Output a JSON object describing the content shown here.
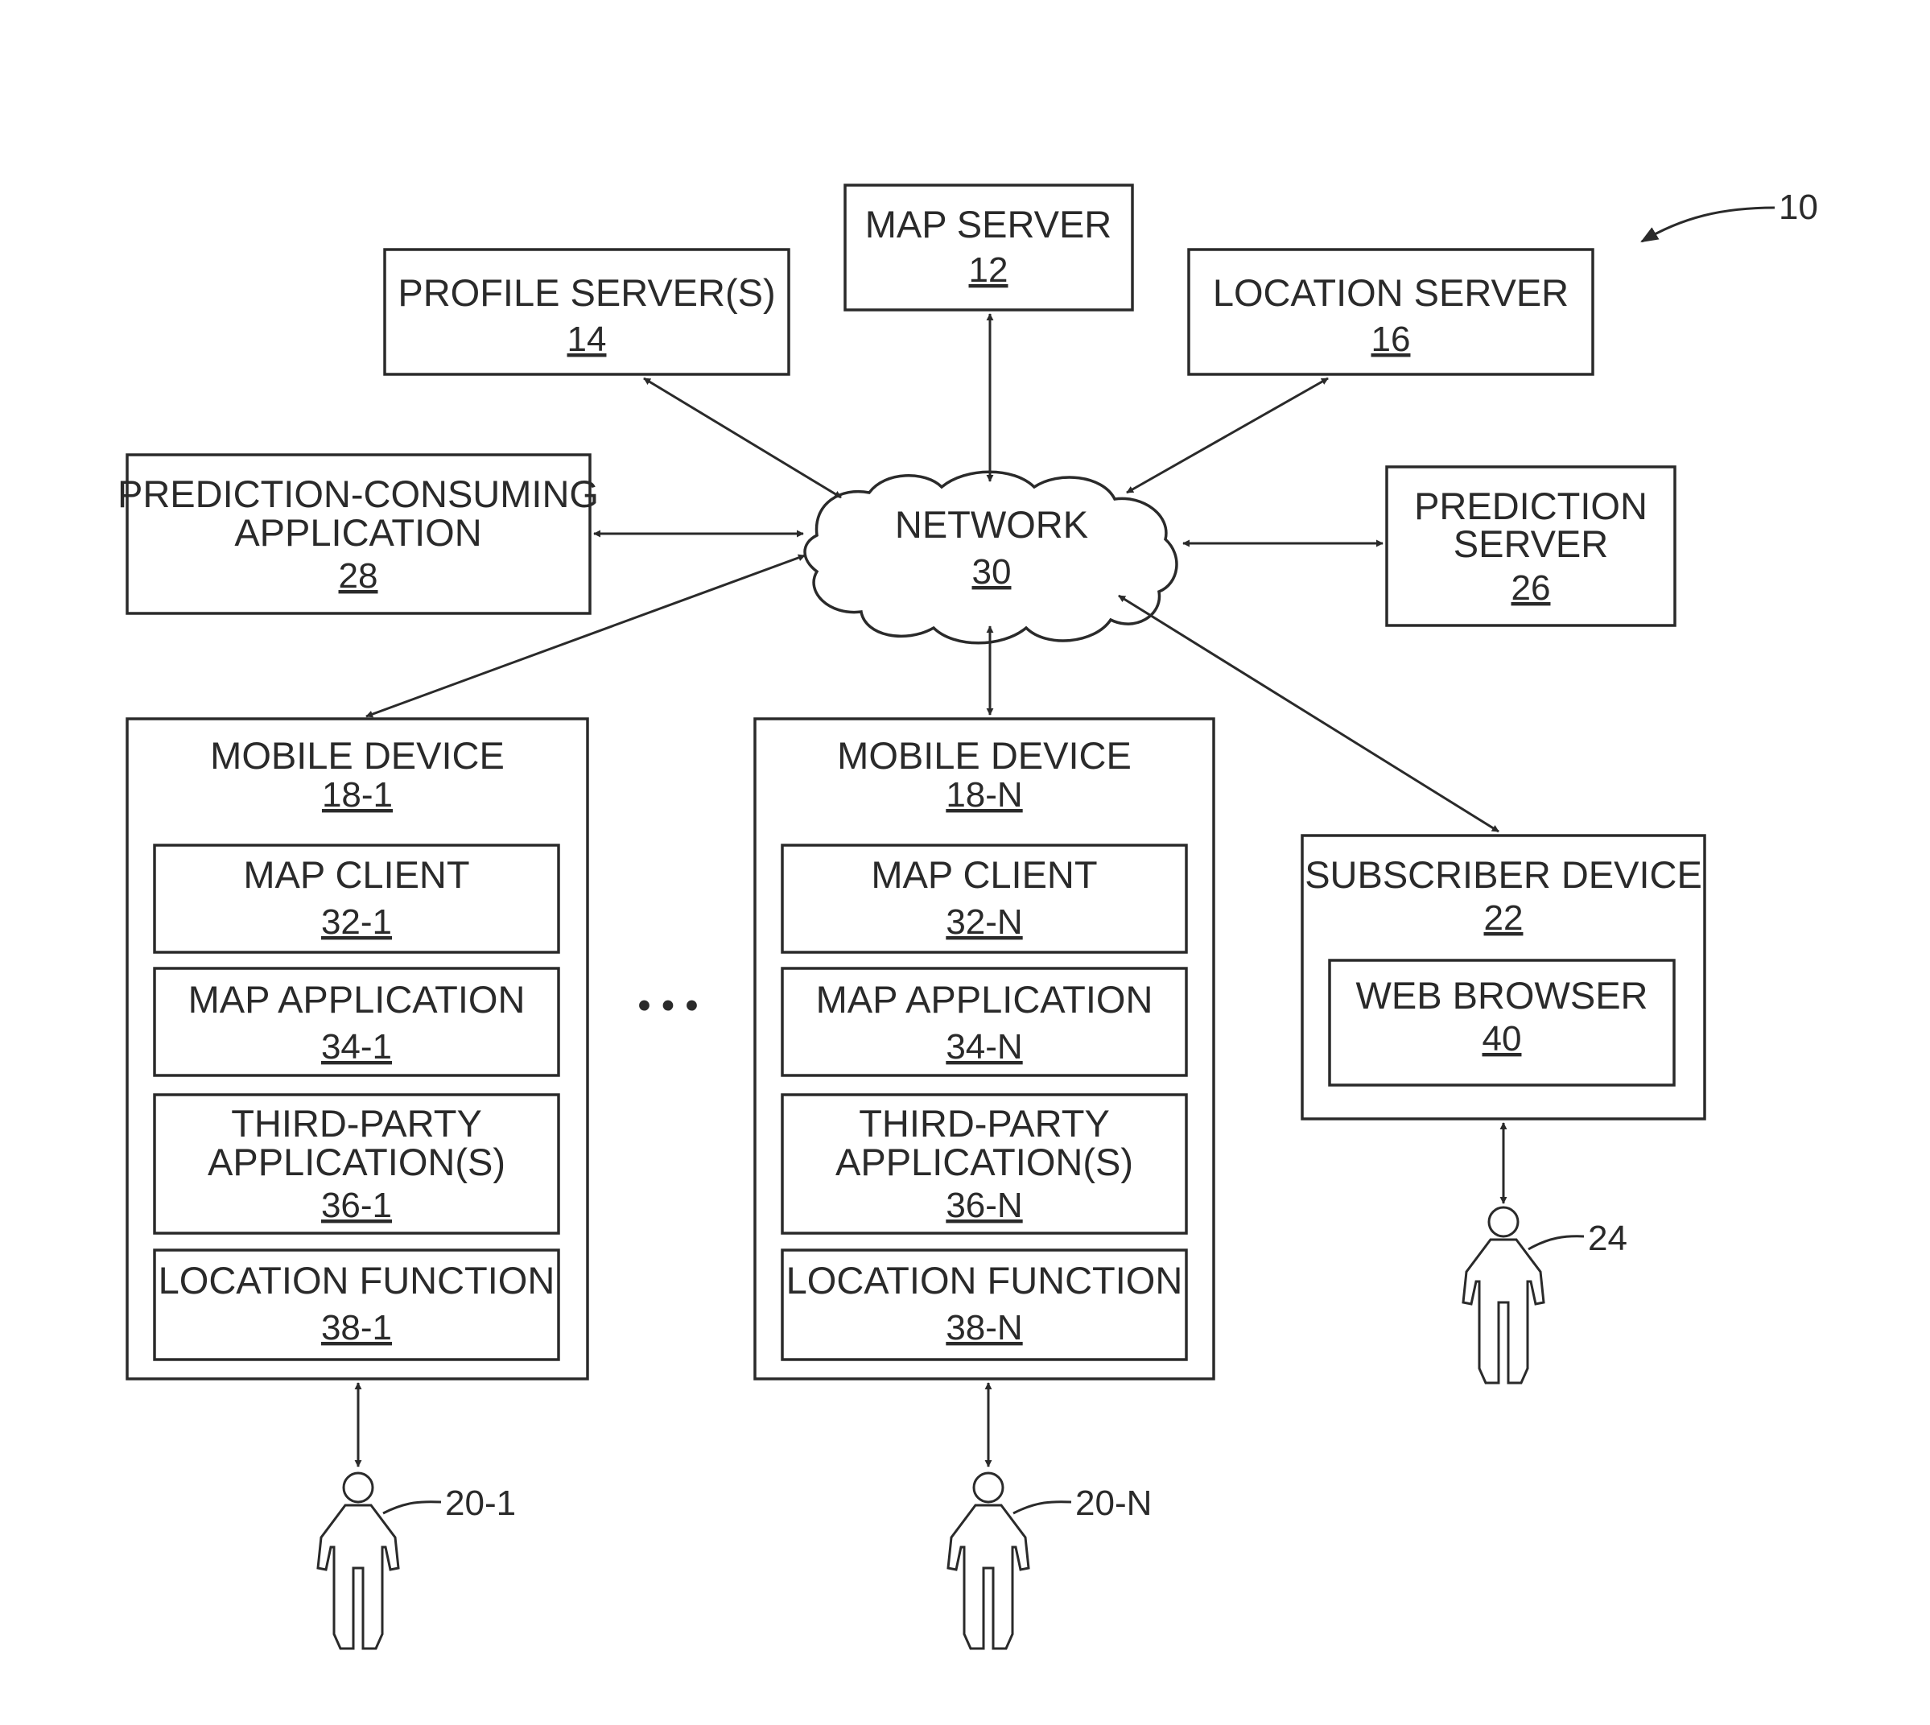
{
  "system_ref": "10",
  "map_server": {
    "label": "MAP SERVER",
    "ref": "12"
  },
  "profile_server": {
    "label": "PROFILE SERVER(S)",
    "ref": "14"
  },
  "location_server": {
    "label": "LOCATION SERVER",
    "ref": "16"
  },
  "prediction_consuming": {
    "line1": "PREDICTION-CONSUMING",
    "line2": "APPLICATION",
    "ref": "28"
  },
  "network": {
    "label": "NETWORK",
    "ref": "30"
  },
  "prediction_server": {
    "line1": "PREDICTION",
    "line2": "SERVER",
    "ref": "26"
  },
  "mobile_device_1": {
    "label": "MOBILE DEVICE",
    "ref": "18-1",
    "map_client": {
      "label": "MAP CLIENT",
      "ref": "32-1"
    },
    "map_application": {
      "label": "MAP APPLICATION",
      "ref": "34-1"
    },
    "third_party": {
      "line1": "THIRD-PARTY",
      "line2": "APPLICATION(S)",
      "ref": "36-1"
    },
    "location_function": {
      "label": "LOCATION FUNCTION",
      "ref": "38-1"
    }
  },
  "mobile_device_n": {
    "label": "MOBILE DEVICE",
    "ref": "18-N",
    "map_client": {
      "label": "MAP CLIENT",
      "ref": "32-N"
    },
    "map_application": {
      "label": "MAP APPLICATION",
      "ref": "34-N"
    },
    "third_party": {
      "line1": "THIRD-PARTY",
      "line2": "APPLICATION(S)",
      "ref": "36-N"
    },
    "location_function": {
      "label": "LOCATION FUNCTION",
      "ref": "38-N"
    }
  },
  "ellipsis": "• • •",
  "subscriber_device": {
    "label": "SUBSCRIBER DEVICE",
    "ref": "22",
    "web_browser": {
      "label": "WEB BROWSER",
      "ref": "40"
    }
  },
  "user_1_ref": "20-1",
  "user_n_ref": "20-N",
  "subscriber_ref": "24"
}
